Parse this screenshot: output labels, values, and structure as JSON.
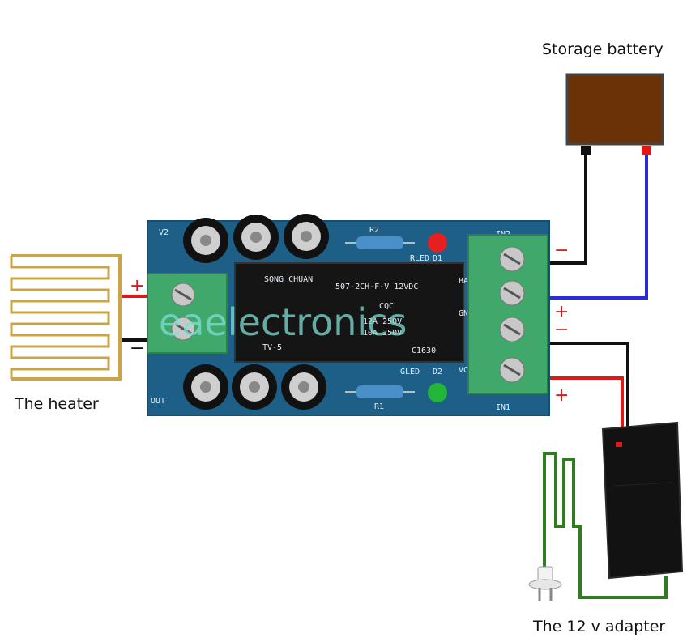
{
  "labels": {
    "battery": "Storage battery",
    "heater": "The heater",
    "adapter": "The 12 v adapter"
  },
  "watermark": "eaelectronics",
  "polarity": {
    "plus": "+",
    "minus": "−"
  },
  "board": {
    "relay_text_1": "507-2CH-F-V 12VDC",
    "relay_text_2": "CQC",
    "relay_text_3": "12A 250V",
    "relay_text_4": "10A 250V",
    "relay_text_5": "TV-5",
    "relay_text_6": "C1630",
    "relay_brand": "SONG CHUAN",
    "in1": "IN1",
    "in2": "IN2",
    "out": "OUT",
    "v2": "V2",
    "r1": "R1",
    "r2": "R2",
    "d1": "D1",
    "d2": "D2",
    "gled": "GLED",
    "rled": "RLED",
    "vcc": "VCC",
    "gnd": "GND",
    "bat": "BAT"
  },
  "colors": {
    "board": "#1d5f86",
    "terminal": "#3fa86a",
    "battery": "#6b3208",
    "wire_black": "#111111",
    "wire_red": "#e01818",
    "wire_blue": "#2a2ad6",
    "wire_green": "#2e7d1e",
    "heater_gold": "#c9a547",
    "watermark": "#7ee0d4"
  }
}
